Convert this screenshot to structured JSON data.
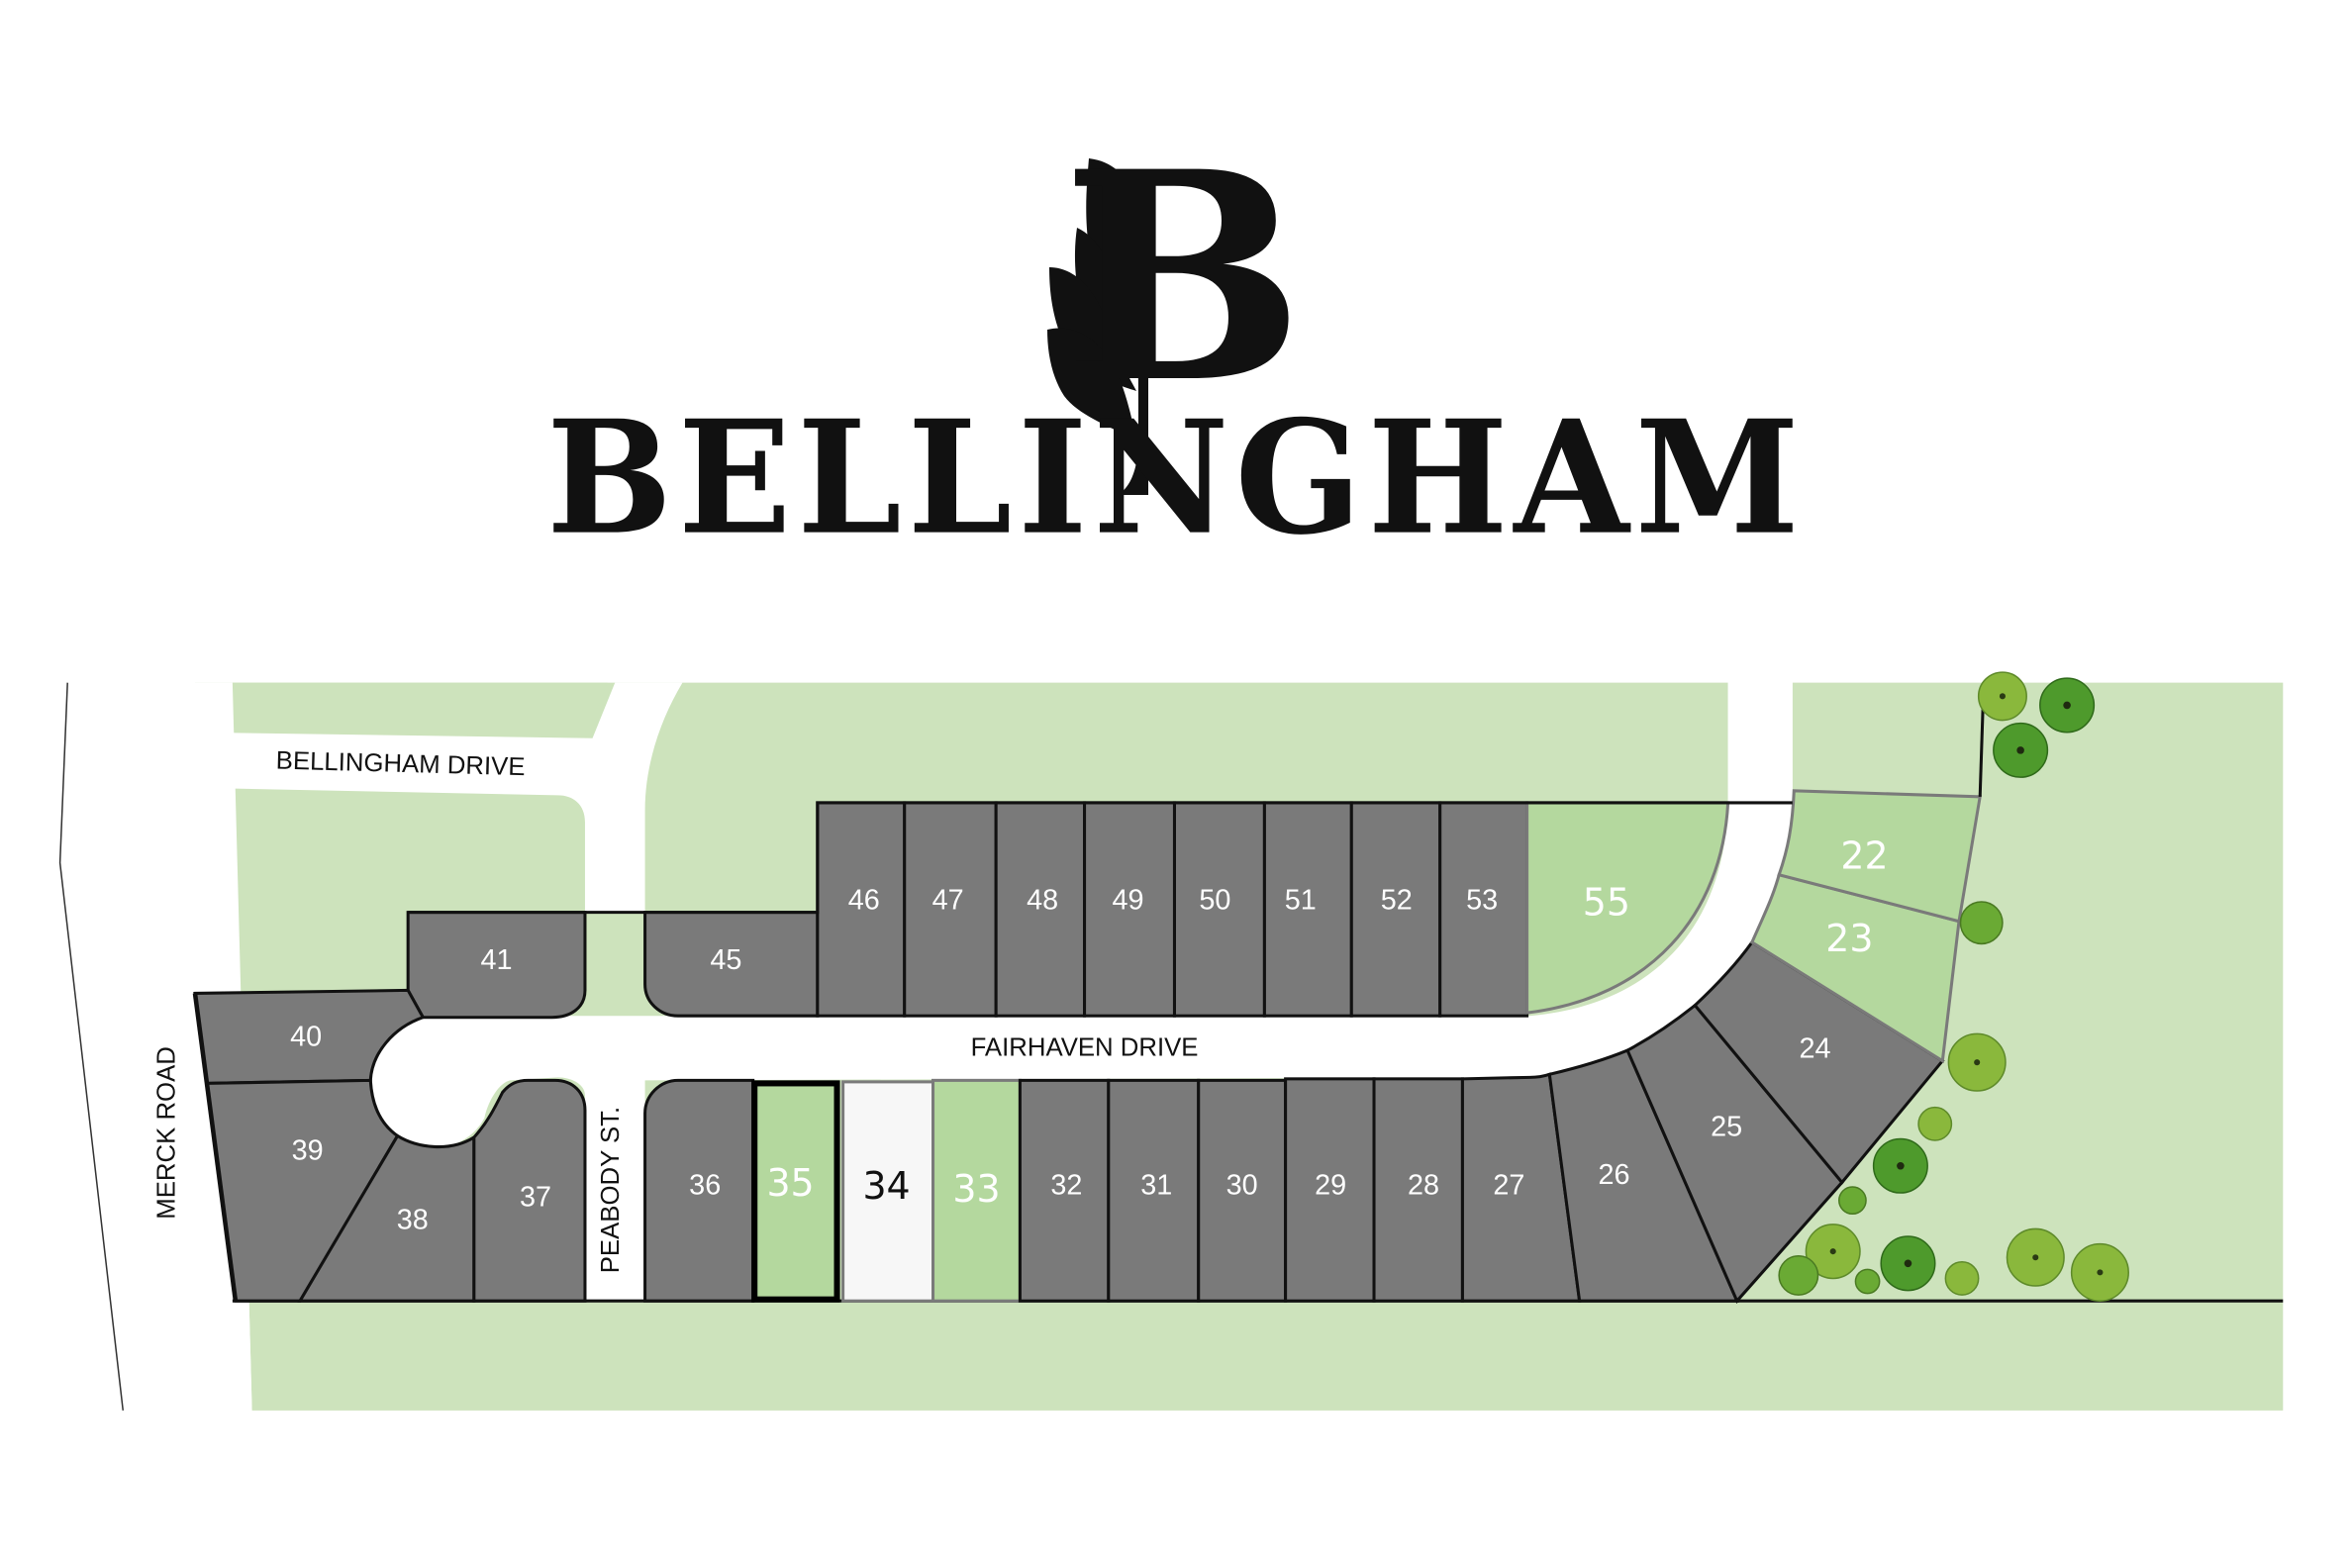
{
  "brand": {
    "monogram": "B",
    "name": "BELLINGHAM",
    "logo_icon": "leaf-monogram-icon"
  },
  "colors": {
    "lot_unavailable": "#7a7a7a",
    "lot_available": "#b4d89e",
    "lot_selected_fill": "#b4d89e",
    "lot_selected_border": "#000000",
    "lot_special": "#f7f7f7",
    "open_space": "#cde3bc",
    "road": "#ffffff",
    "lot_border": "#111111"
  },
  "streets": {
    "bellingham_drive": "BELLINGHAM DRIVE",
    "merck_road": "MERCK ROAD",
    "peabody_st": "PEABODY ST.",
    "fairhaven_drive": "FAIRHAVEN DRIVE"
  },
  "lots": {
    "l22": {
      "number": "22",
      "status": "available"
    },
    "l23": {
      "number": "23",
      "status": "available"
    },
    "l24": {
      "number": "24",
      "status": "unavailable"
    },
    "l25": {
      "number": "25",
      "status": "unavailable"
    },
    "l26": {
      "number": "26",
      "status": "unavailable"
    },
    "l27": {
      "number": "27",
      "status": "unavailable"
    },
    "l28": {
      "number": "28",
      "status": "unavailable"
    },
    "l29": {
      "number": "29",
      "status": "unavailable"
    },
    "l30": {
      "number": "30",
      "status": "unavailable"
    },
    "l31": {
      "number": "31",
      "status": "unavailable"
    },
    "l32": {
      "number": "32",
      "status": "unavailable"
    },
    "l33": {
      "number": "33",
      "status": "available"
    },
    "l34": {
      "number": "34",
      "status": "special"
    },
    "l35": {
      "number": "35",
      "status": "selected"
    },
    "l36": {
      "number": "36",
      "status": "unavailable"
    },
    "l37": {
      "number": "37",
      "status": "unavailable"
    },
    "l38": {
      "number": "38",
      "status": "unavailable"
    },
    "l39": {
      "number": "39",
      "status": "unavailable"
    },
    "l40": {
      "number": "40",
      "status": "unavailable"
    },
    "l41": {
      "number": "41",
      "status": "unavailable"
    },
    "l45": {
      "number": "45",
      "status": "unavailable"
    },
    "l46": {
      "number": "46",
      "status": "unavailable"
    },
    "l47": {
      "number": "47",
      "status": "unavailable"
    },
    "l48": {
      "number": "48",
      "status": "unavailable"
    },
    "l49": {
      "number": "49",
      "status": "unavailable"
    },
    "l50": {
      "number": "50",
      "status": "unavailable"
    },
    "l51": {
      "number": "51",
      "status": "unavailable"
    },
    "l52": {
      "number": "52",
      "status": "unavailable"
    },
    "l53": {
      "number": "53",
      "status": "unavailable"
    },
    "l55": {
      "number": "55",
      "status": "available"
    }
  },
  "icons": {
    "tree": "tree-icon"
  }
}
